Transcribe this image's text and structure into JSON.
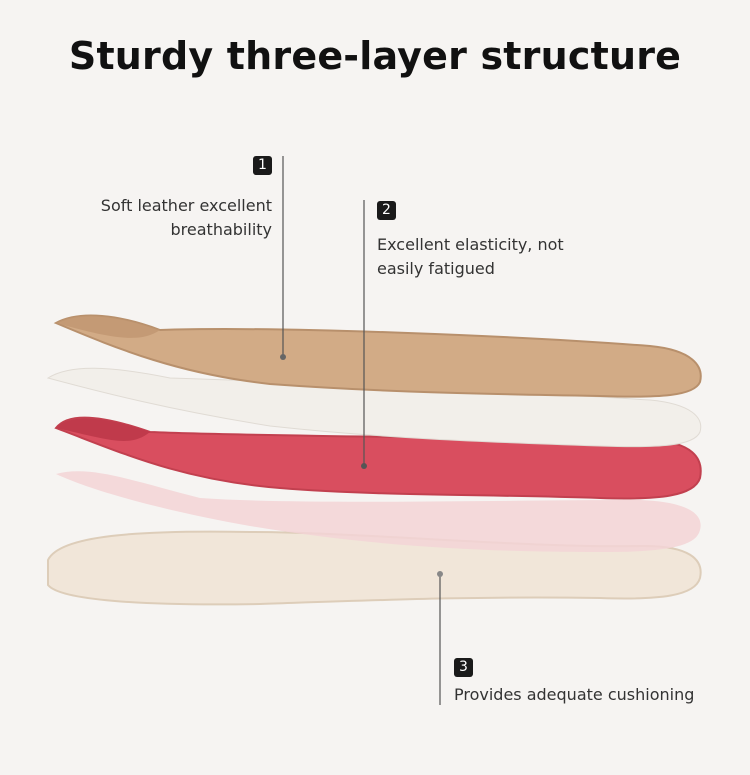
{
  "title": "Sturdy three-layer structure",
  "layers": [
    {
      "number": "1",
      "text": "Soft leather excellent breathability",
      "color": "#d2ab86"
    },
    {
      "number": "2",
      "text": "Excellent elasticity, not easily fatigued",
      "color": "#d94e5f"
    },
    {
      "number": "3",
      "text": "Provides adequate cushioning",
      "color": "#f1e6d9"
    }
  ]
}
